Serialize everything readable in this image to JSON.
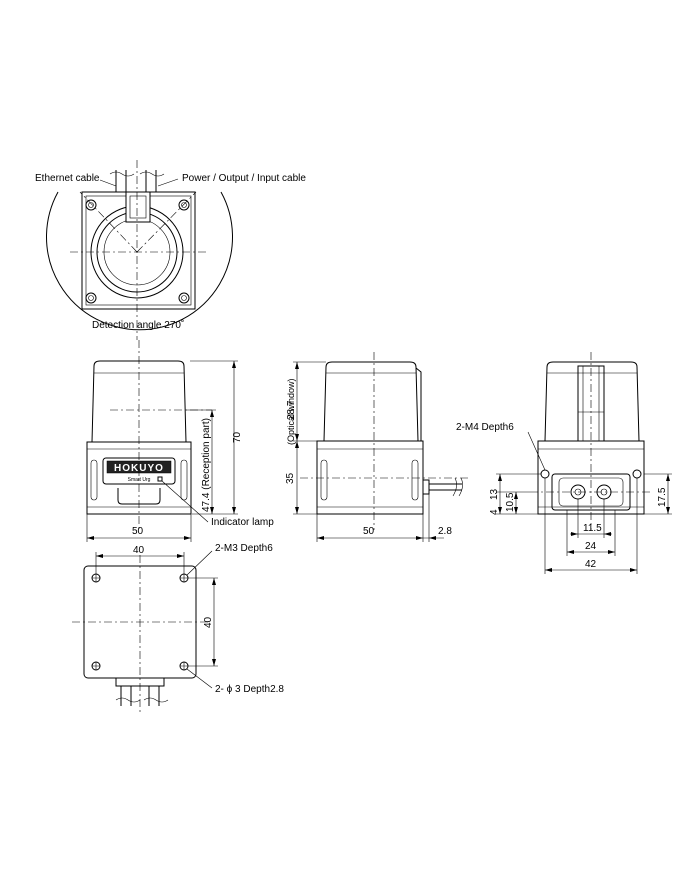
{
  "labels": {
    "ethernet_cable": "Ethernet cable",
    "power_cable": "Power / Output / Input cable",
    "detection_angle": "Detection angle 270˚",
    "indicator_lamp": "Indicator lamp",
    "reception_part": "47.4 (Reception part)",
    "optical_window_value": "28.7",
    "optical_window_label": "(Optical window)",
    "m4_depth": "2-M4 Depth6",
    "m3_depth": "2-M3  Depth6",
    "phi3_depth": "2- ϕ 3  Depth2.8",
    "brand": "HOKUYO",
    "brand_sub": "Smart Urg"
  },
  "dimensions": {
    "front_width": "50",
    "front_height": "70",
    "side_width": "50",
    "side_lower": "35",
    "side_offset": "2.8",
    "rear_13": "13",
    "rear_10_5": "10.5",
    "rear_4": "4",
    "rear_17_5": "17.5",
    "rear_11_5": "11.5",
    "rear_24": "24",
    "rear_42": "42",
    "bottom_40_top": "40",
    "bottom_40_side": "40"
  }
}
